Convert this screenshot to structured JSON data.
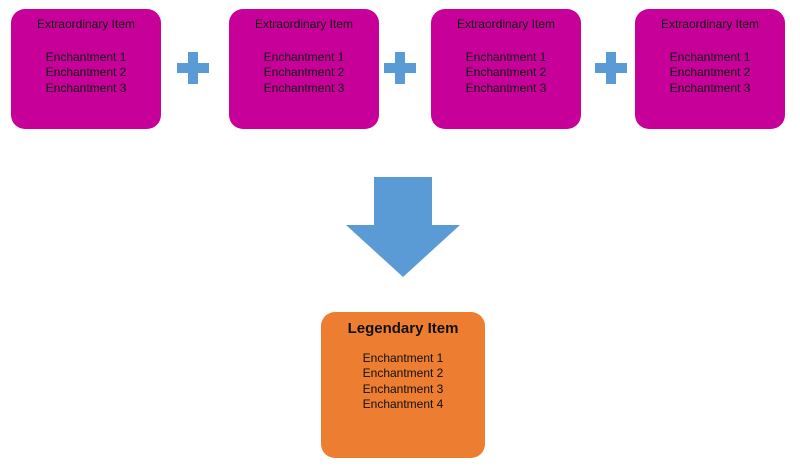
{
  "items": [
    {
      "title": "Extraordinary Item",
      "enchantments": [
        "Enchantment 1",
        "Enchantment 2",
        "Enchantment 3"
      ]
    },
    {
      "title": "Extraordinary Item",
      "enchantments": [
        "Enchantment 1",
        "Enchantment 2",
        "Enchantment 3"
      ]
    },
    {
      "title": "Extraordinary Item",
      "enchantments": [
        "Enchantment 1",
        "Enchantment 2",
        "Enchantment 3"
      ]
    },
    {
      "title": "Extraordinary Item",
      "enchantments": [
        "Enchantment 1",
        "Enchantment 2",
        "Enchantment 3"
      ]
    }
  ],
  "result": {
    "title": "Legendary Item",
    "enchantments": [
      "Enchantment 1",
      "Enchantment 2",
      "Enchantment 3",
      "Enchantment 4"
    ]
  },
  "colors": {
    "item_fill": "#C8009A",
    "result_fill": "#ED7D31",
    "connector": "#5B9BD5"
  },
  "icons": {
    "combine": "plus-icon",
    "result": "down-arrow-icon"
  }
}
